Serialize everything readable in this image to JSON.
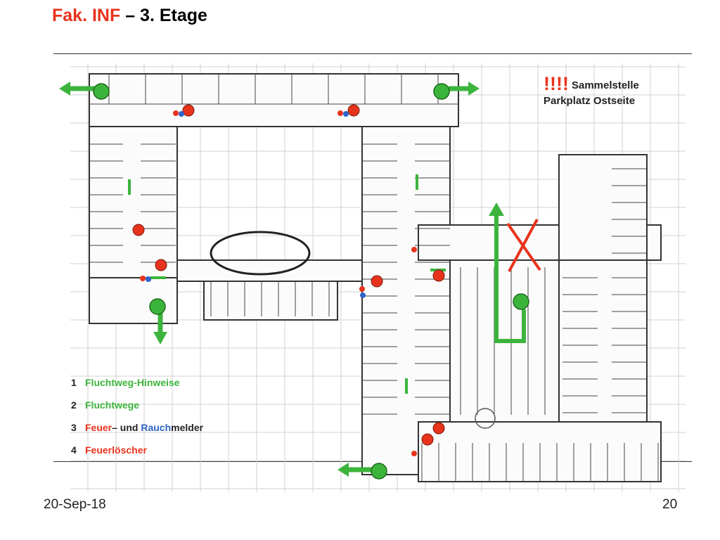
{
  "header": {
    "title_red": "Fak. INF",
    "title_rest": " – 3. Etage"
  },
  "callout": {
    "marks": "!!!!",
    "line1": "Sammelstelle",
    "line2": "Parkplatz Ostseite"
  },
  "legend": {
    "item1": {
      "num": "1",
      "text": "Fluchtweg-Hinweise"
    },
    "item2": {
      "num": "2",
      "text": "Fluchtwege"
    },
    "item3": {
      "num": "3",
      "text_a": "Feuer",
      "text_b": "– und ",
      "text_c": "Rauch",
      "text_d": "melder"
    },
    "item4": {
      "num": "4",
      "text": "Feuerlöscher"
    }
  },
  "footer": {
    "date": "20-Sep-18",
    "page": "20"
  },
  "colors": {
    "green": "#3cb43c",
    "red": "#e8331c",
    "blue": "#2f63c8"
  },
  "symbols": {
    "assembly_point": "green-circle",
    "fire_extinguisher": "red-circle",
    "smoke_detector": "blue-circle",
    "escape_direction": "green-arrow",
    "blocked_route": "red-x"
  }
}
